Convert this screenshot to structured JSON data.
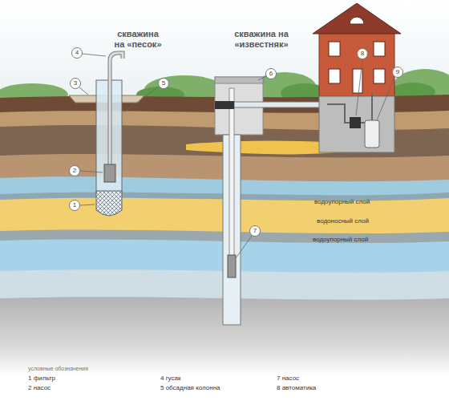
{
  "diagram": {
    "labels": [
      "скважина на «песок»",
      "скважина на «известняк»",
      "4",
      "3",
      "5",
      "2",
      "1",
      "6",
      "7",
      "8",
      "9",
      "водоупорный слой",
      "водоносный слой",
      "водоупорный слой",
      "условные обозначения"
    ],
    "legend": [
      {
        "text": "1 фильтр"
      },
      {
        "text": "2 насос"
      },
      {
        "text": "4 гусак"
      },
      {
        "text": "5 обсадная колонна"
      },
      {
        "text": "7 насос"
      },
      {
        "text": "8 автоматика"
      }
    ]
  }
}
